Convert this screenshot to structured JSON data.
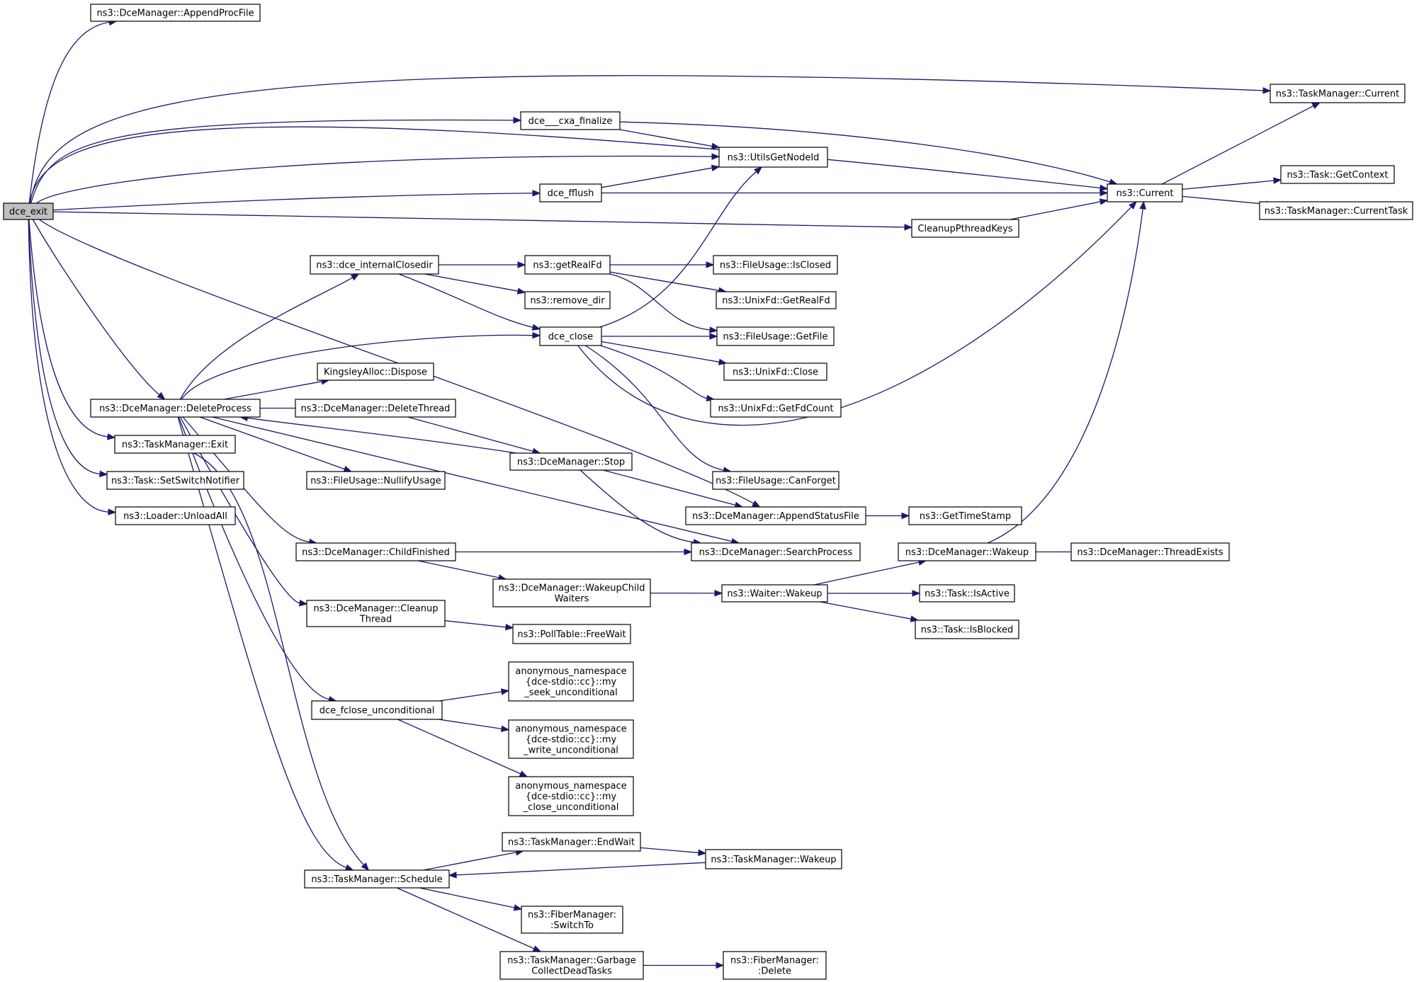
{
  "graph": {
    "title": "",
    "nodes": [
      {
        "id": "dce_exit",
        "lines": [
          "dce_exit"
        ],
        "root": true
      },
      {
        "id": "appendProcFile",
        "lines": [
          "ns3::DceManager::AppendProcFile"
        ]
      },
      {
        "id": "tmCurrent",
        "lines": [
          "ns3::TaskManager::Current"
        ]
      },
      {
        "id": "cxaFinalize",
        "lines": [
          "dce___cxa_finalize"
        ]
      },
      {
        "id": "utilsGetNodeId",
        "lines": [
          "ns3::UtilsGetNodeId"
        ]
      },
      {
        "id": "current",
        "lines": [
          "ns3::Current"
        ]
      },
      {
        "id": "taskGetContext",
        "lines": [
          "ns3::Task::GetContext"
        ]
      },
      {
        "id": "tmCurrentTask",
        "lines": [
          "ns3::TaskManager::CurrentTask"
        ]
      },
      {
        "id": "dceFflush",
        "lines": [
          "dce_fflush"
        ]
      },
      {
        "id": "cleanupPthreadKeys",
        "lines": [
          "CleanupPthreadKeys"
        ]
      },
      {
        "id": "internalClosedir",
        "lines": [
          "ns3::dce_internalClosedir"
        ]
      },
      {
        "id": "getRealFd",
        "lines": [
          "ns3::getRealFd"
        ]
      },
      {
        "id": "fuIsClosed",
        "lines": [
          "ns3::FileUsage::IsClosed"
        ]
      },
      {
        "id": "removeDir",
        "lines": [
          "ns3::remove_dir"
        ]
      },
      {
        "id": "unixGetRealFd",
        "lines": [
          "ns3::UnixFd::GetRealFd"
        ]
      },
      {
        "id": "dceClose",
        "lines": [
          "dce_close"
        ]
      },
      {
        "id": "fuGetFile",
        "lines": [
          "ns3::FileUsage::GetFile"
        ]
      },
      {
        "id": "kingsleyDispose",
        "lines": [
          "KingsleyAlloc::Dispose"
        ]
      },
      {
        "id": "unixClose",
        "lines": [
          "ns3::UnixFd::Close"
        ]
      },
      {
        "id": "deleteProcess",
        "lines": [
          "ns3::DceManager::DeleteProcess"
        ]
      },
      {
        "id": "deleteThread",
        "lines": [
          "ns3::DceManager::DeleteThread"
        ]
      },
      {
        "id": "unixGetFdCount",
        "lines": [
          "ns3::UnixFd::GetFdCount"
        ]
      },
      {
        "id": "tmExit",
        "lines": [
          "ns3::TaskManager::Exit"
        ]
      },
      {
        "id": "dmStop",
        "lines": [
          "ns3::DceManager::Stop"
        ]
      },
      {
        "id": "taskSetSwitch",
        "lines": [
          "ns3::Task::SetSwitchNotifier"
        ]
      },
      {
        "id": "fuNullify",
        "lines": [
          "ns3::FileUsage::NullifyUsage"
        ]
      },
      {
        "id": "fuCanForget",
        "lines": [
          "ns3::FileUsage::CanForget"
        ]
      },
      {
        "id": "loaderUnload",
        "lines": [
          "ns3::Loader::UnloadAll"
        ]
      },
      {
        "id": "appendStatus",
        "lines": [
          "ns3::DceManager::AppendStatusFile"
        ]
      },
      {
        "id": "getTimeStamp",
        "lines": [
          "ns3::GetTimeStamp"
        ]
      },
      {
        "id": "childFinished",
        "lines": [
          "ns3::DceManager::ChildFinished"
        ]
      },
      {
        "id": "searchProcess",
        "lines": [
          "ns3::DceManager::SearchProcess"
        ]
      },
      {
        "id": "dmWakeup",
        "lines": [
          "ns3::DceManager::Wakeup"
        ]
      },
      {
        "id": "threadExists",
        "lines": [
          "ns3::DceManager::ThreadExists"
        ]
      },
      {
        "id": "wakeupChild",
        "lines": [
          "ns3::DceManager::WakeupChild",
          "Waiters"
        ]
      },
      {
        "id": "waiterWakeup",
        "lines": [
          "ns3::Waiter::Wakeup"
        ]
      },
      {
        "id": "taskIsActive",
        "lines": [
          "ns3::Task::IsActive"
        ]
      },
      {
        "id": "cleanupThread",
        "lines": [
          "ns3::DceManager::Cleanup",
          "Thread"
        ]
      },
      {
        "id": "taskIsBlocked",
        "lines": [
          "ns3::Task::IsBlocked"
        ]
      },
      {
        "id": "freeWait",
        "lines": [
          "ns3::PollTable::FreeWait"
        ]
      },
      {
        "id": "seekUncond",
        "lines": [
          "anonymous_namespace",
          "{dce-stdio::cc}::my",
          "_seek_unconditional"
        ]
      },
      {
        "id": "fcloseUncond",
        "lines": [
          "dce_fclose_unconditional"
        ]
      },
      {
        "id": "writeUncond",
        "lines": [
          "anonymous_namespace",
          "{dce-stdio::cc}::my",
          "_write_unconditional"
        ]
      },
      {
        "id": "closeUncond",
        "lines": [
          "anonymous_namespace",
          "{dce-stdio::cc}::my",
          "_close_unconditional"
        ]
      },
      {
        "id": "tmEndWait",
        "lines": [
          "ns3::TaskManager::EndWait"
        ]
      },
      {
        "id": "tmWakeup",
        "lines": [
          "ns3::TaskManager::Wakeup"
        ]
      },
      {
        "id": "tmSchedule",
        "lines": [
          "ns3::TaskManager::Schedule"
        ]
      },
      {
        "id": "fmSwitchTo",
        "lines": [
          "ns3::FiberManager:",
          ":SwitchTo"
        ]
      },
      {
        "id": "tmGarbage",
        "lines": [
          "ns3::TaskManager::Garbage",
          "CollectDeadTasks"
        ]
      },
      {
        "id": "fmDelete",
        "lines": [
          "ns3::FiberManager:",
          ":Delete"
        ]
      }
    ],
    "edges": [
      [
        "dce_exit",
        "appendProcFile"
      ],
      [
        "dce_exit",
        "tmCurrent"
      ],
      [
        "dce_exit",
        "current"
      ],
      [
        "dce_exit",
        "cxaFinalize"
      ],
      [
        "dce_exit",
        "utilsGetNodeId"
      ],
      [
        "dce_exit",
        "dceFflush"
      ],
      [
        "dce_exit",
        "cleanupPthreadKeys"
      ],
      [
        "dce_exit",
        "deleteProcess"
      ],
      [
        "dce_exit",
        "appendStatus"
      ],
      [
        "dce_exit",
        "tmExit"
      ],
      [
        "dce_exit",
        "taskSetSwitch"
      ],
      [
        "dce_exit",
        "loaderUnload"
      ],
      [
        "cxaFinalize",
        "utilsGetNodeId"
      ],
      [
        "cxaFinalize",
        "current"
      ],
      [
        "dceFflush",
        "utilsGetNodeId"
      ],
      [
        "dceFflush",
        "current"
      ],
      [
        "cleanupPthreadKeys",
        "current"
      ],
      [
        "current",
        "tmCurrent"
      ],
      [
        "current",
        "taskGetContext"
      ],
      [
        "current",
        "tmCurrentTask"
      ],
      [
        "deleteProcess",
        "internalClosedir"
      ],
      [
        "deleteProcess",
        "dceClose"
      ],
      [
        "deleteProcess",
        "kingsleyDispose"
      ],
      [
        "deleteProcess",
        "deleteThread"
      ],
      [
        "deleteProcess",
        "fuNullify"
      ],
      [
        "deleteProcess",
        "searchProcess"
      ],
      [
        "deleteProcess",
        "childFinished"
      ],
      [
        "deleteProcess",
        "cleanupThread"
      ],
      [
        "deleteProcess",
        "fcloseUncond"
      ],
      [
        "deleteProcess",
        "tmSchedule"
      ],
      [
        "internalClosedir",
        "getRealFd"
      ],
      [
        "internalClosedir",
        "removeDir"
      ],
      [
        "internalClosedir",
        "dceClose"
      ],
      [
        "getRealFd",
        "fuIsClosed"
      ],
      [
        "getRealFd",
        "unixGetRealFd"
      ],
      [
        "getRealFd",
        "fuGetFile"
      ],
      [
        "dceClose",
        "utilsGetNodeId"
      ],
      [
        "dceClose",
        "fuGetFile"
      ],
      [
        "dceClose",
        "unixClose"
      ],
      [
        "dceClose",
        "unixGetFdCount"
      ],
      [
        "dceClose",
        "fuCanForget"
      ],
      [
        "dceClose",
        "current"
      ],
      [
        "deleteThread",
        "dmStop"
      ],
      [
        "dmStop",
        "deleteProcess"
      ],
      [
        "dmStop",
        "appendStatus"
      ],
      [
        "dmStop",
        "searchProcess"
      ],
      [
        "tmExit",
        "tmSchedule"
      ],
      [
        "appendStatus",
        "getTimeStamp"
      ],
      [
        "childFinished",
        "searchProcess"
      ],
      [
        "childFinished",
        "wakeupChild"
      ],
      [
        "wakeupChild",
        "waiterWakeup"
      ],
      [
        "waiterWakeup",
        "dmWakeup"
      ],
      [
        "waiterWakeup",
        "taskIsActive"
      ],
      [
        "waiterWakeup",
        "taskIsBlocked"
      ],
      [
        "dmWakeup",
        "threadExists"
      ],
      [
        "dmWakeup",
        "current"
      ],
      [
        "cleanupThread",
        "freeWait"
      ],
      [
        "fcloseUncond",
        "seekUncond"
      ],
      [
        "fcloseUncond",
        "writeUncond"
      ],
      [
        "fcloseUncond",
        "closeUncond"
      ],
      [
        "tmSchedule",
        "tmEndWait"
      ],
      [
        "tmSchedule",
        "fmSwitchTo"
      ],
      [
        "tmSchedule",
        "tmGarbage"
      ],
      [
        "tmEndWait",
        "tmWakeup"
      ],
      [
        "tmWakeup",
        "tmSchedule"
      ],
      [
        "tmGarbage",
        "fmDelete"
      ]
    ]
  }
}
